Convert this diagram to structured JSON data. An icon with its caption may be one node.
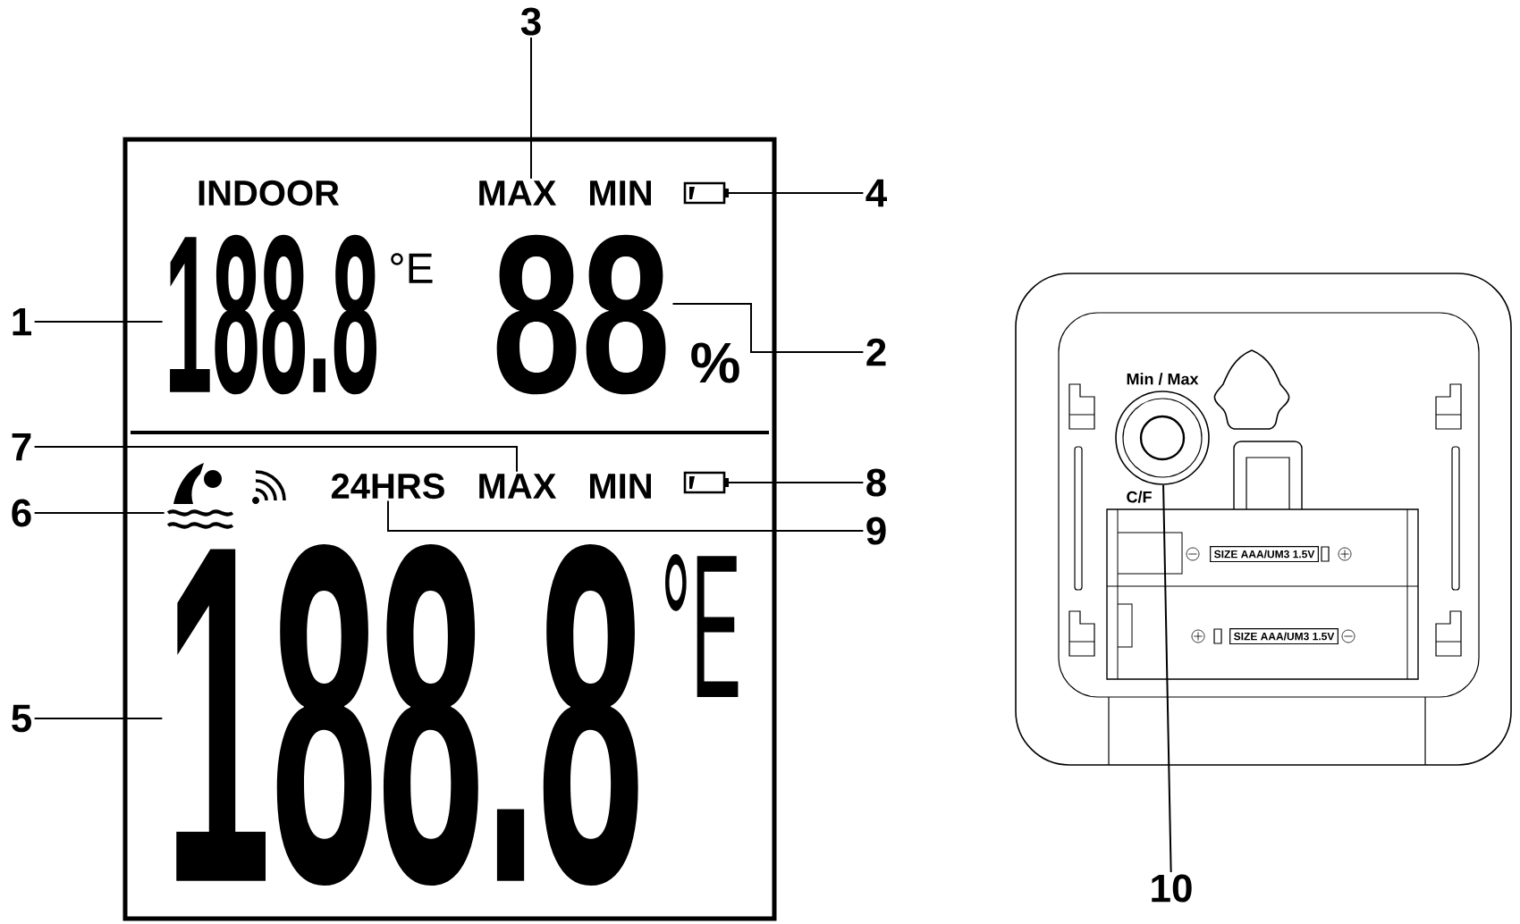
{
  "diagram": {
    "nodes": [
      {
        "text": [
          "1"
        ]
      },
      {
        "text": [
          "2"
        ]
      },
      {
        "text": [
          "3"
        ]
      },
      {
        "text": [
          "4"
        ]
      },
      {
        "text": [
          "5"
        ]
      },
      {
        "text": [
          "6"
        ]
      },
      {
        "text": [
          "7"
        ]
      },
      {
        "text": [
          "8"
        ]
      },
      {
        "text": [
          "9"
        ]
      },
      {
        "text": [
          "10"
        ]
      },
      {
        "text": [
          "188.8"
        ]
      },
      {
        "text": [
          "88"
        ]
      },
      {
        "text": [
          "MAX"
        ]
      },
      {
        "text": [],
        "shape": "picture"
      },
      {
        "text": [
          "188.8"
        ]
      },
      {
        "text": [],
        "shape": "picture"
      },
      {
        "text": [
          "MAX"
        ]
      },
      {
        "text": [],
        "shape": "picture"
      },
      {
        "text": [
          "24HRS"
        ]
      },
      {
        "text": [],
        "shape": "circle",
        "beside": [
          "Min / Max",
          "C/F"
        ]
      }
    ],
    "edges": [
      {
        "from": 0,
        "to": 10,
        "arrow": "none"
      },
      {
        "from": 1,
        "to": 11,
        "arrow": "none"
      },
      {
        "from": 2,
        "to": 12,
        "arrow": "none"
      },
      {
        "from": 3,
        "to": 13,
        "arrow": "none"
      },
      {
        "from": 4,
        "to": 14,
        "arrow": "none"
      },
      {
        "from": 5,
        "to": 15,
        "arrow": "none"
      },
      {
        "from": 6,
        "to": 16,
        "arrow": "none"
      },
      {
        "from": 7,
        "to": 17,
        "arrow": "none"
      },
      {
        "from": 8,
        "to": 18,
        "arrow": "none"
      },
      {
        "from": 9,
        "to": 19,
        "arrow": "none"
      }
    ],
    "labels": [
      "INDOOR",
      "MIN",
      "°E",
      "%",
      "MIN",
      "°E",
      "SIZE AAA/UM3 1.5V",
      "SIZE AAA/UM3 1.5V"
    ]
  }
}
